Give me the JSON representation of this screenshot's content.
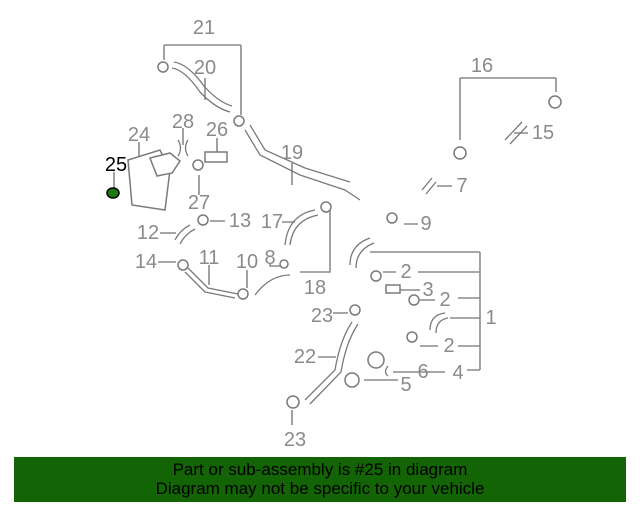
{
  "diagram": {
    "highlight_color": "#136405",
    "callouts": [
      {
        "id": "21",
        "label": "21"
      },
      {
        "id": "20",
        "label": "20"
      },
      {
        "id": "16",
        "label": "16"
      },
      {
        "id": "28",
        "label": "28"
      },
      {
        "id": "26",
        "label": "26"
      },
      {
        "id": "24",
        "label": "24"
      },
      {
        "id": "25",
        "label": "25"
      },
      {
        "id": "19",
        "label": "19"
      },
      {
        "id": "15",
        "label": "15"
      },
      {
        "id": "7",
        "label": "7"
      },
      {
        "id": "27",
        "label": "27"
      },
      {
        "id": "13",
        "label": "13"
      },
      {
        "id": "12",
        "label": "12"
      },
      {
        "id": "17",
        "label": "17"
      },
      {
        "id": "9",
        "label": "9"
      },
      {
        "id": "14",
        "label": "14"
      },
      {
        "id": "11",
        "label": "11"
      },
      {
        "id": "10",
        "label": "10"
      },
      {
        "id": "8",
        "label": "8"
      },
      {
        "id": "18",
        "label": "18"
      },
      {
        "id": "2a",
        "label": "2"
      },
      {
        "id": "3",
        "label": "3"
      },
      {
        "id": "2b",
        "label": "2"
      },
      {
        "id": "1",
        "label": "1"
      },
      {
        "id": "23a",
        "label": "23"
      },
      {
        "id": "2c",
        "label": "2"
      },
      {
        "id": "22",
        "label": "22"
      },
      {
        "id": "6",
        "label": "6"
      },
      {
        "id": "4",
        "label": "4"
      },
      {
        "id": "5",
        "label": "5"
      },
      {
        "id": "23b",
        "label": "23"
      }
    ]
  },
  "banner": {
    "line1": "Part or sub-assembly is #25 in diagram",
    "line2": "Diagram may not be specific to your vehicle"
  }
}
